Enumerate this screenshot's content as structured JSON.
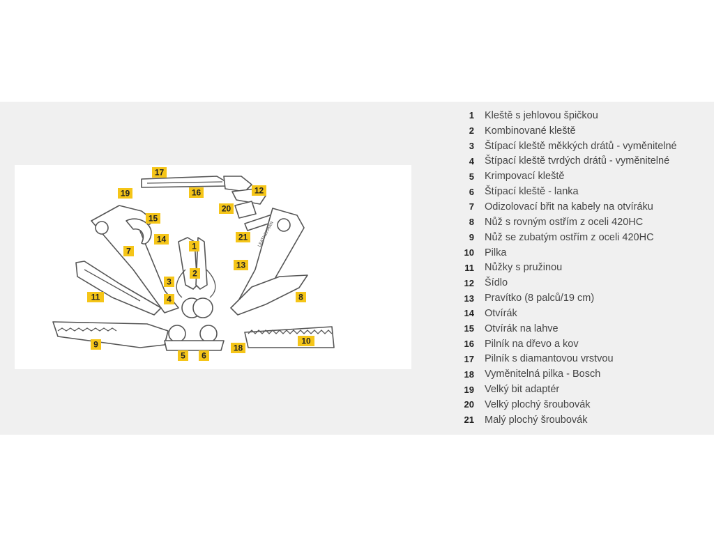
{
  "diagram": {
    "callouts": [
      "1",
      "2",
      "3",
      "4",
      "5",
      "6",
      "7",
      "8",
      "9",
      "10",
      "11",
      "12",
      "13",
      "14",
      "15",
      "16",
      "17",
      "18",
      "19",
      "20",
      "21"
    ],
    "engraving": "LEATHERMAN"
  },
  "legend": {
    "items": [
      {
        "num": "1",
        "label": "Kleště s jehlovou špičkou"
      },
      {
        "num": "2",
        "label": "Kombinované kleště"
      },
      {
        "num": "3",
        "label": "Štípací kleště měkkých drátů - vyměnitelné"
      },
      {
        "num": "4",
        "label": "Štípací kleště tvrdých drátů - vyměnitelné"
      },
      {
        "num": "5",
        "label": "Krimpovací kleště"
      },
      {
        "num": "6",
        "label": "Štípací kleště - lanka"
      },
      {
        "num": "7",
        "label": "Odizolovací břit na kabely na otvíráku"
      },
      {
        "num": "8",
        "label": "Nůž s rovným ostřím z oceli 420HC"
      },
      {
        "num": "9",
        "label": "Nůž se zubatým ostřím z oceli 420HC"
      },
      {
        "num": "10",
        "label": "Pilka"
      },
      {
        "num": "11",
        "label": "Nůžky s pružinou"
      },
      {
        "num": "12",
        "label": "Šídlo"
      },
      {
        "num": "13",
        "label": "Pravítko (8 palců/19 cm)"
      },
      {
        "num": "14",
        "label": "Otvírák"
      },
      {
        "num": "15",
        "label": "Otvírák na lahve"
      },
      {
        "num": "16",
        "label": "Pilník na dřevo a kov"
      },
      {
        "num": "17",
        "label": "Pilník s diamantovou vrstvou"
      },
      {
        "num": "18",
        "label": "Vyměnitelná pilka - Bosch"
      },
      {
        "num": "19",
        "label": "Velký bit adaptér"
      },
      {
        "num": "20",
        "label": "Velký plochý šroubovák"
      },
      {
        "num": "21",
        "label": "Malý plochý šroubovák"
      }
    ]
  },
  "colors": {
    "callout_fill": "#f5c518",
    "band": "#f0f0f0",
    "line_art": "#555555"
  }
}
